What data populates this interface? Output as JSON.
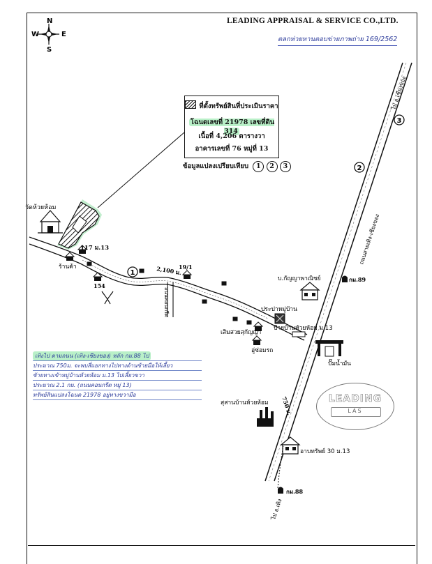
{
  "header": {
    "company": "LEADING APPRAISAL & SERVICE CO.,LTD.",
    "handwritten_ref": "ตลกห่วยหานตอบข่ายภาพถ่าย 169/2562"
  },
  "compass": {
    "n": "N",
    "s": "S",
    "e": "E",
    "w": "W"
  },
  "legend": {
    "title": "ที่ตั้งทรัพย์สินที่ประเมินราคา",
    "deed": "โฉนดเลขที่ 21978 เลขที่ดิน 314",
    "area": "เนื้อที่ 4,206 ตารางวา",
    "building": "อาคารเลขที่ 76 หมู่ที่ 13",
    "comparables_label": "ข้อมูลแปลงเปรียบเทียบ",
    "comparables": [
      "1",
      "2",
      "3"
    ]
  },
  "places": {
    "temple": "วัดห้วยห้อม",
    "house_117": "117 ม.13",
    "shop": "ร้านค้า",
    "house_154": "154",
    "house_19_1": "19/1",
    "distance_2100": "2,100 ม.",
    "road_small": "ถนนคอนกรีต",
    "company_shop": "บ.กัญญาพาณิชย์",
    "km89": "กม.89",
    "waterworks": "ประปาหมู่บ้าน",
    "bus_stop": "ป้ายบ้านห้วยห้อม ม.13",
    "roadside_shop": "เสิมสวยสุกัญญา",
    "repair": "อู่ซ่อมรถ",
    "gas_station": "ปั๊มน้ำมัน",
    "cemetery": "สุสานบ้านห้วยห้อม",
    "distance_750": "750 ม.",
    "house_30": "อาบทรัพย์ 30 ม.13",
    "km88": "กม.88",
    "highway_top": "ไป อ.เชียงของ",
    "highway_name": "ถนนสายเทิง-เชียงของ",
    "highway_bottom": "ไป อ.เทิง"
  },
  "markers": {
    "m1": "1",
    "m2": "2",
    "m3": "3"
  },
  "notes": [
    "เทิงไป ตามถนน (เทิง-เชียงของ) หลัก กม.88 ไป",
    "ประมาณ 750ม. จะพบสี่แยกทางไปทางด้านซ้ายมือให้เลี้ยว",
    "ซ้ายทางเข้าหมู่บ้านห้วยห้อม ม.13 ไปเลี้ยวขวา",
    "ประมาณ 2.1 กม. (ถนนคอนกรีต หมู่ 13)",
    "ทรัพย์สินแปลงโฉนด 21978 อยู่ทางขวามือ"
  ],
  "stamp": {
    "brand": "LEADING",
    "sub": "LAS"
  }
}
